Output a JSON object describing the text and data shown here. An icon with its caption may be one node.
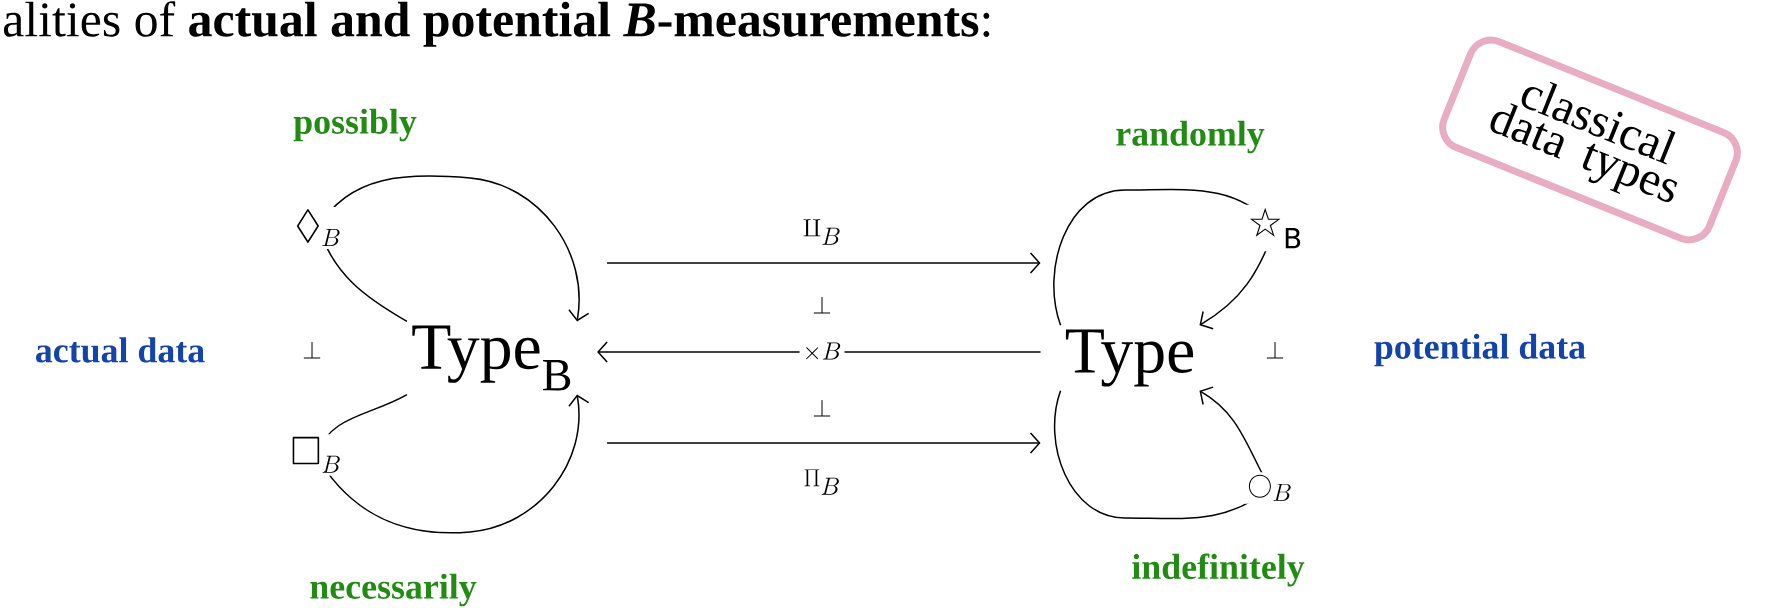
{
  "diagram": {
    "title": "alities of **actual and potential *B*-measurements**:",
    "nodes": [
      {
        "text": [
          "Type$_{B}$"
        ]
      },
      {
        "text": [
          "Type"
        ]
      },
      {
        "text": [
          "classical data types"
        ]
      }
    ],
    "edges": [
      {
        "from": 0,
        "to": 1,
        "arrow": "to",
        "label": "\\amalg_{B}"
      },
      {
        "from": 1,
        "to": 0,
        "arrow": "to",
        "label": "\\times B"
      },
      {
        "from": 0,
        "to": 1,
        "arrow": "to",
        "label": "\\Pi_{B}"
      },
      {
        "from": 0,
        "to": 0,
        "arrow": "to",
        "label": "\\Diamond_{B}"
      },
      {
        "from": 0,
        "to": 0,
        "arrow": "to",
        "label": "\\Box_{B}"
      },
      {
        "from": 1,
        "to": 1,
        "arrow": "to",
        "label": "☆$_{B}$"
      },
      {
        "from": 1,
        "to": 1,
        "arrow": "to",
        "label": "\\bigcirc_{B}"
      }
    ],
    "labels": [
      "possibly",
      "randomly",
      "\\perp",
      "actual data",
      "\\perp",
      "\\perp",
      "potential data",
      "\\perp",
      "necessarily",
      "indefinitely"
    ]
  }
}
